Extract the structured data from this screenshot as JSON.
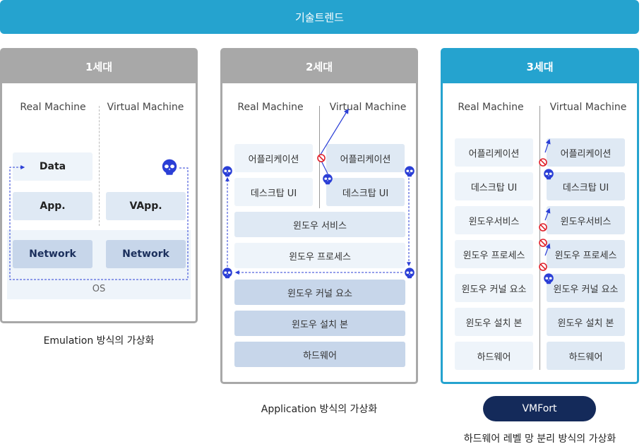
{
  "banner": {
    "title": "기술트렌드"
  },
  "columns": {
    "real": "Real Machine",
    "virtual": "Virtual Machine"
  },
  "gen1": {
    "title": "1세대",
    "real_data": "Data",
    "real_app": "App.",
    "real_network": "Network",
    "virt_app": "VApp.",
    "virt_network": "Network",
    "os": "OS",
    "caption": "Emulation 방식의 가상화"
  },
  "gen2": {
    "title": "2세대",
    "real_app": "어플리케이션",
    "real_desktop": "데스크탑 UI",
    "virt_app": "어플리케이션",
    "virt_desktop": "데스크탑 UI",
    "shared": [
      "윈도우 서비스",
      "윈도우 프로세스",
      "윈도우 커널 요소",
      "윈도우 설치 본",
      "하드웨어"
    ],
    "caption": "Application 방식의 가상화"
  },
  "gen3": {
    "title": "3세대",
    "real": [
      "어플리케이션",
      "데스크탑 UI",
      "윈도우서비스",
      "윈도우 프로세스",
      "윈도우 커널 요소",
      "윈도우 설치 본",
      "하드웨어"
    ],
    "virtual": [
      "어플리케이션",
      "데스크탑 UI",
      "윈도우서비스",
      "윈도우 프로세스",
      "윈도우 커널 요소",
      "윈도우 설치 본",
      "하드웨어"
    ],
    "badge": "VMFort",
    "caption": "하드웨어 레벨 망 분리 방식의 가상화"
  },
  "colors": {
    "accent": "#25a3cf",
    "header_gray": "#a8a8a8",
    "threat": "#2b3fd6",
    "block": "#e0202a",
    "badge": "#142a5a"
  },
  "icons": {
    "threat": "malware-skull-icon",
    "block": "no-entry-icon",
    "arrow": "arrow-icon"
  }
}
